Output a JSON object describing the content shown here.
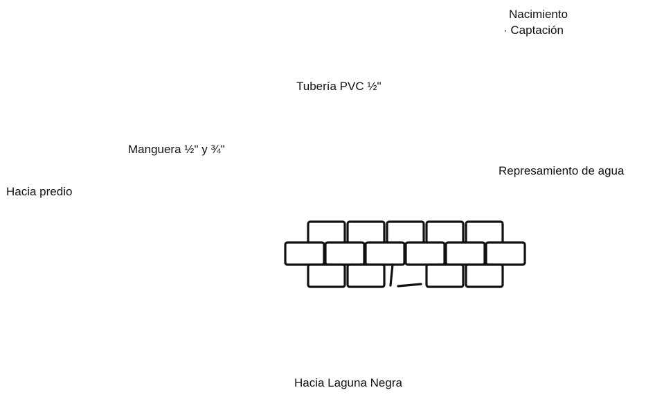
{
  "labels": {
    "nacimiento": "Nacimiento",
    "captacion": "· Captación",
    "tuberia": "Tubería PVC ½\"",
    "manguera": "Manguera ½\" y ¾\"",
    "represamiento": "Represamiento de agua",
    "hacia_predio": "Hacia predio",
    "hacia_laguna": "Hacia Laguna Negra"
  },
  "icons": {
    "wall": "brick-wall-icon"
  },
  "colors": {
    "ink": "#111111",
    "background": "#ffffff"
  }
}
